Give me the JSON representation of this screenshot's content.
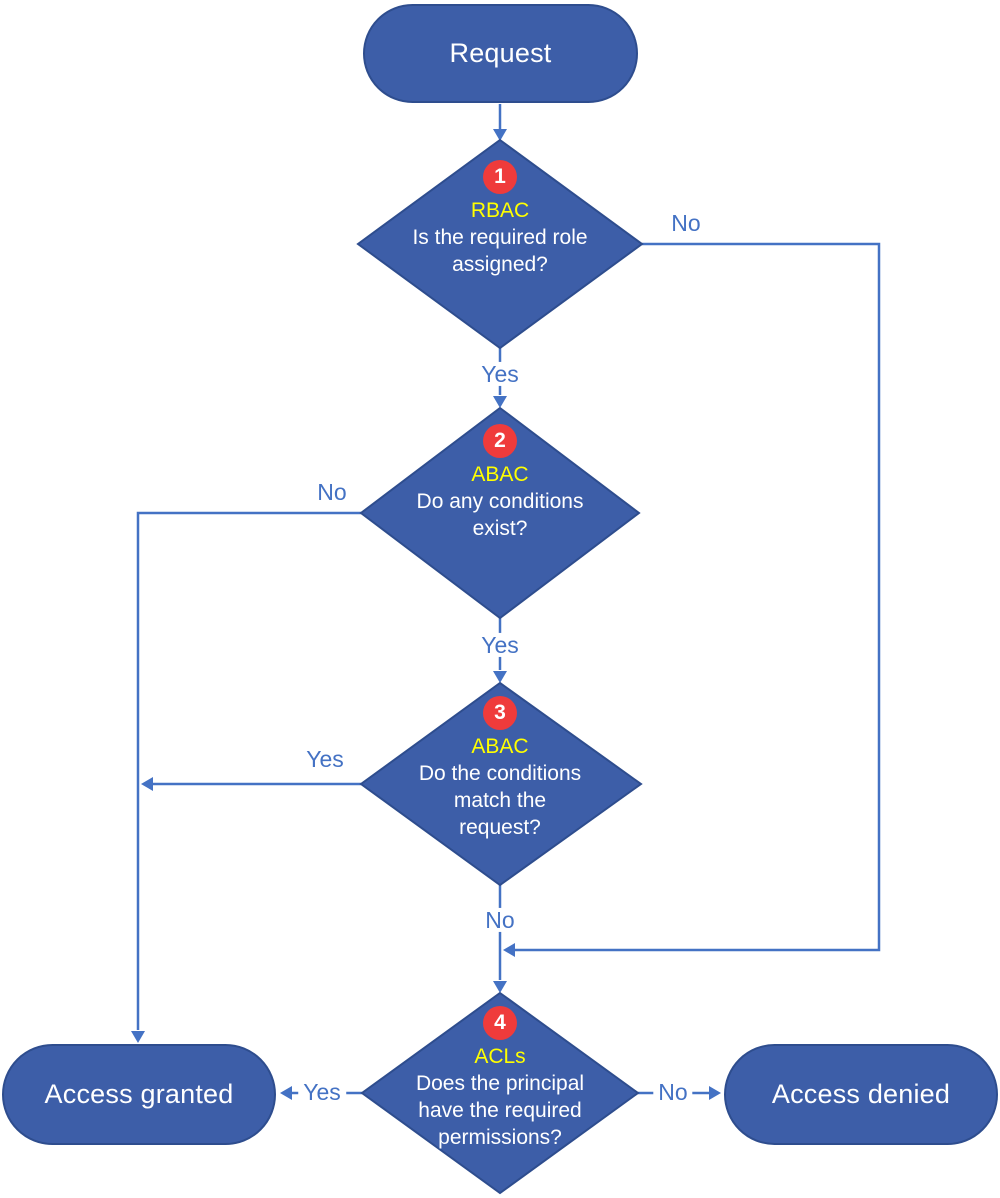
{
  "colors": {
    "shape_fill": "#3D5EA8",
    "shape_border": "#2E4D8E",
    "connector": "#4472C4",
    "badge_red": "#EF3B3B",
    "category_yellow": "#FFFF00",
    "text_white": "#FFFFFF",
    "page_background": "#FFFFFF"
  },
  "nodes": {
    "start": "Request"
  },
  "decisions": [
    {
      "number": "1",
      "category": "RBAC",
      "question": "Is the required role assigned?"
    },
    {
      "number": "2",
      "category": "ABAC",
      "question": "Do any conditions exist?"
    },
    {
      "number": "3",
      "category": "ABAC",
      "question": "Do the conditions match the request?"
    },
    {
      "number": "4",
      "category": "ACLs",
      "question": "Does the principal have the required permissions?"
    }
  ],
  "outcomes": {
    "granted": "Access granted",
    "denied": "Access denied"
  },
  "edges": {
    "d1_yes": "Yes",
    "d1_no": "No",
    "d2_yes": "Yes",
    "d2_no": "No",
    "d3_yes": "Yes",
    "d3_no": "No",
    "d4_yes": "Yes",
    "d4_no": "No"
  }
}
